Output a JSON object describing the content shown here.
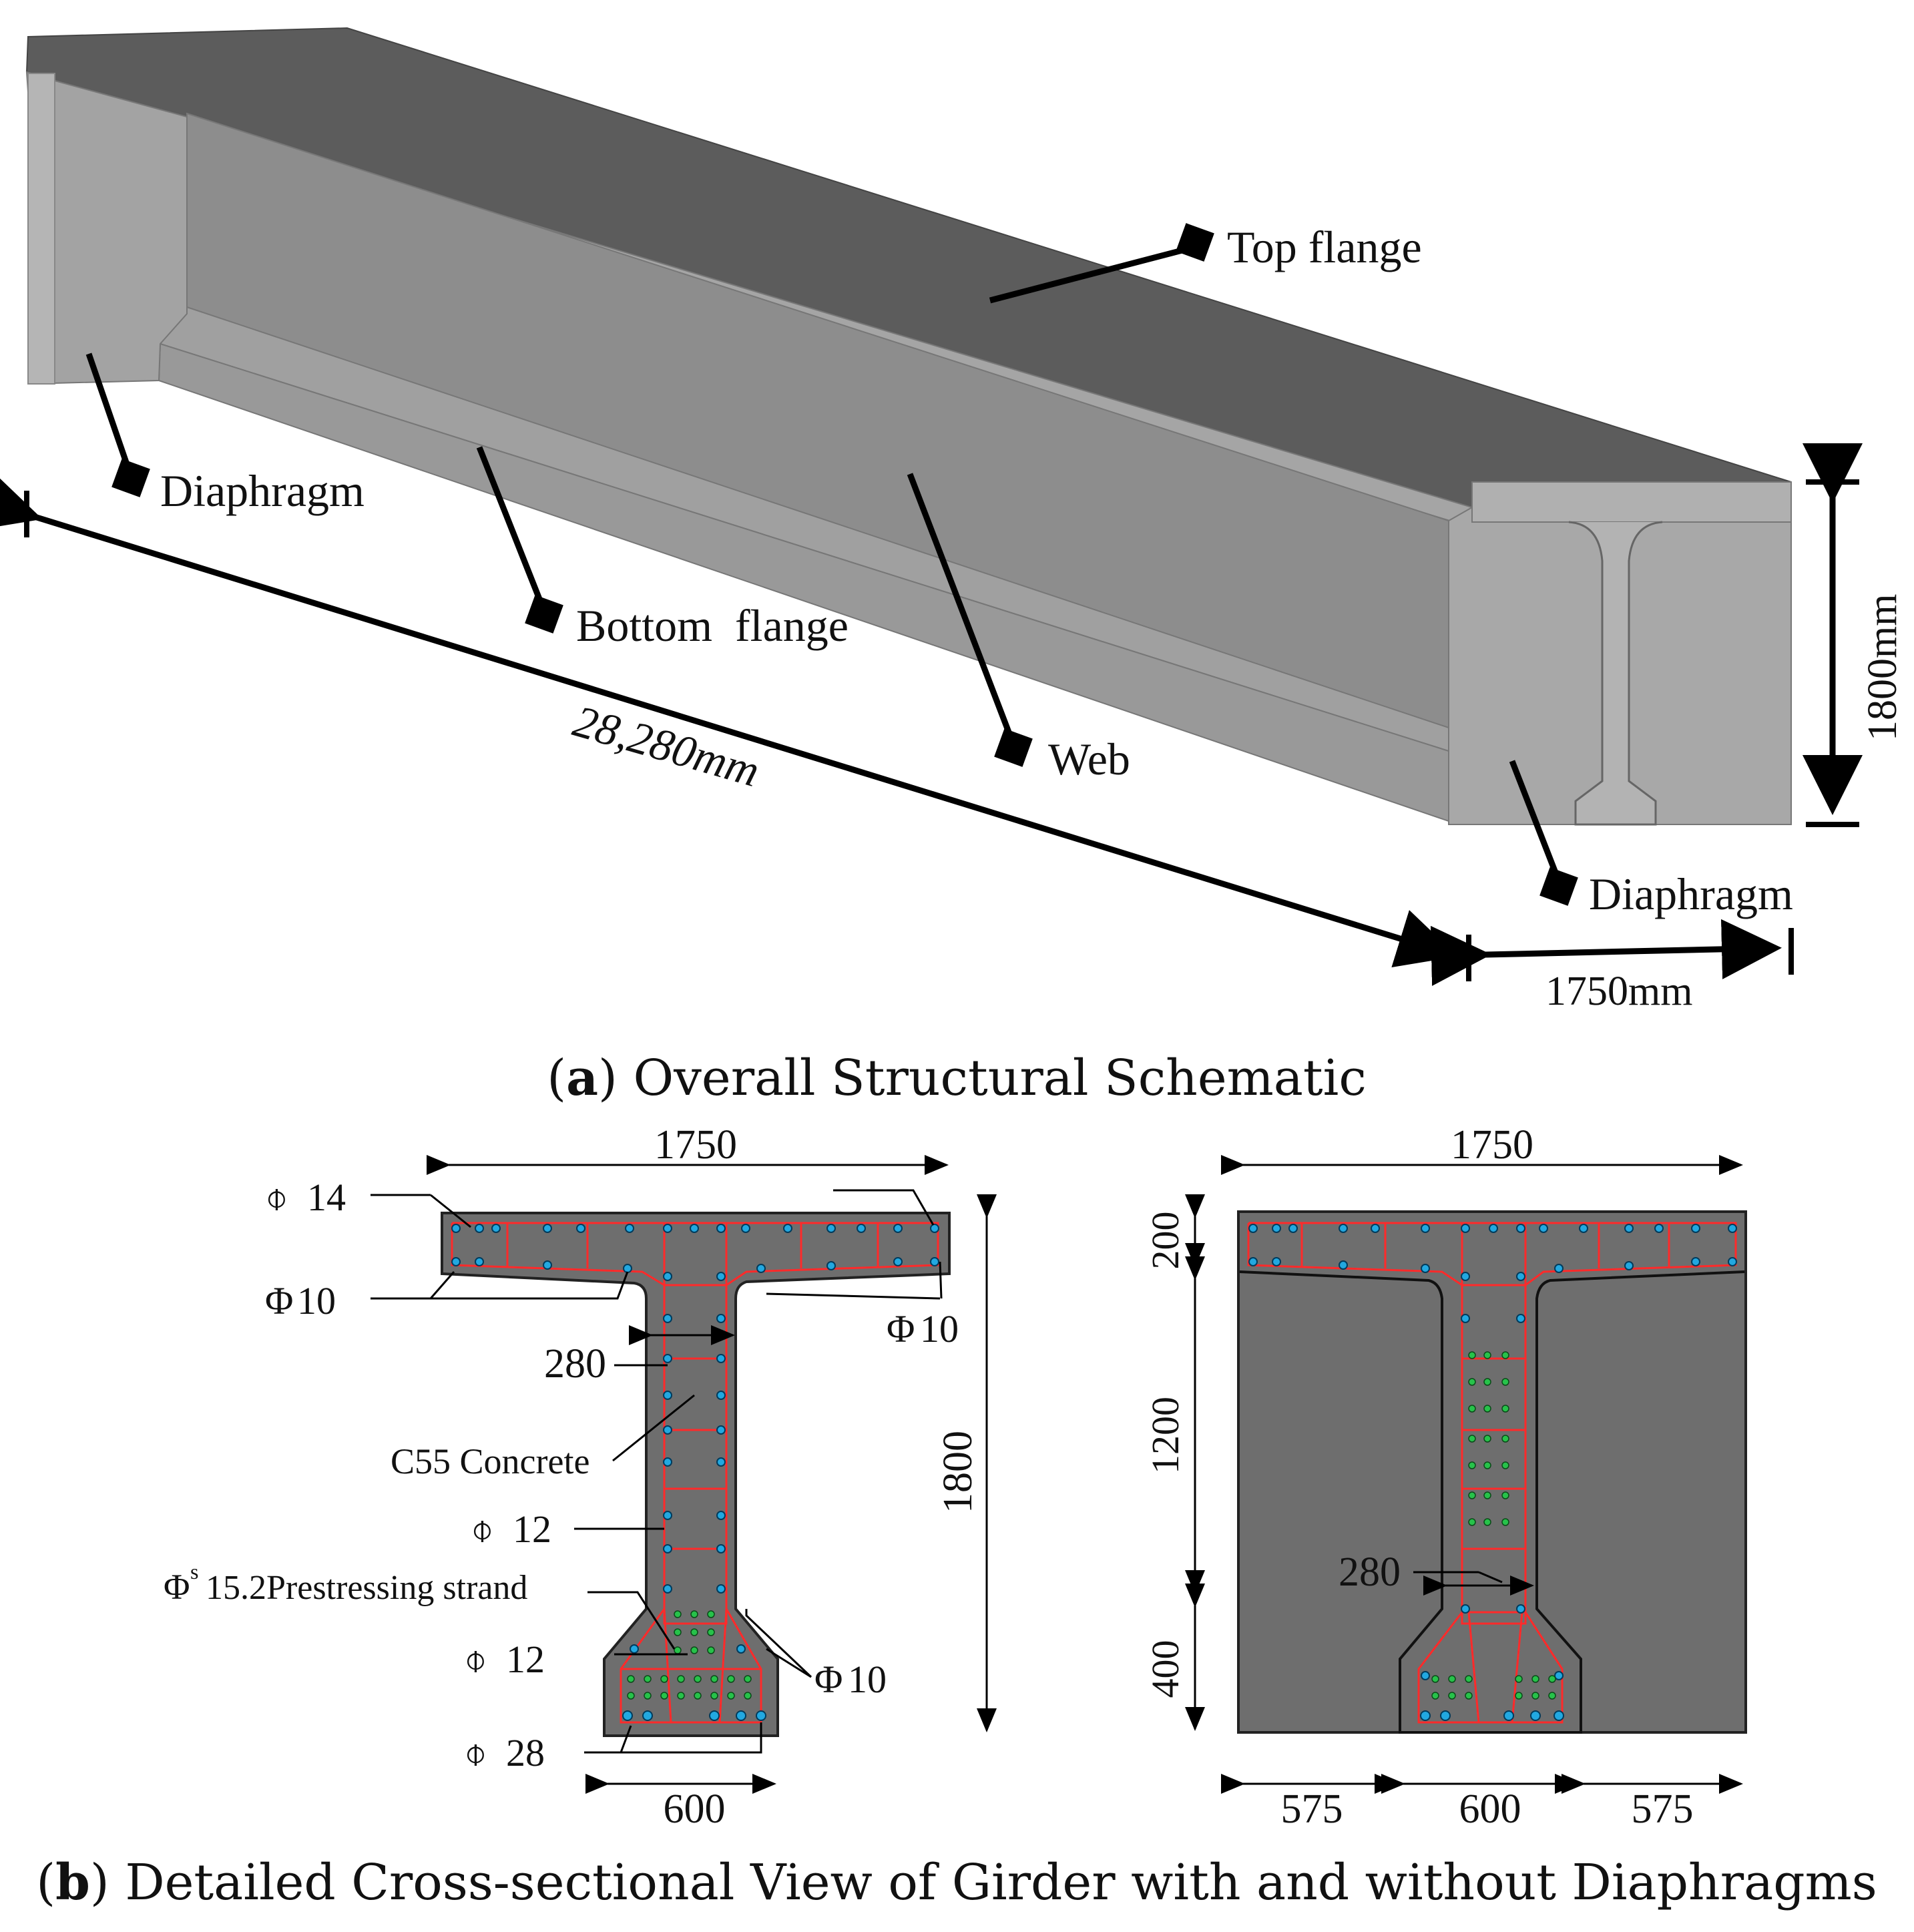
{
  "panel_a": {
    "caption_letter": "a",
    "caption_text": "Overall Structural Schematic",
    "labels": {
      "top_flange": "Top flange",
      "diaphragm_left": "Diaphragm",
      "bottom_flange": "Bottom  flange",
      "web": "Web",
      "diaphragm_right": "Diaphragm"
    },
    "dimensions": {
      "length": "28,280mm",
      "width": "1750mm",
      "height": "1800mm"
    }
  },
  "panel_b": {
    "caption_letter": "b",
    "caption_text": "Detailed Cross-sectional View of Girder with and without Diaphragms",
    "left_section": {
      "top_width": "1750",
      "height": "1800",
      "bottom_width": "600",
      "web_width": "280",
      "material": "C55 Concrete",
      "rebar_top": "14",
      "rebar_flange_bottom": "10",
      "rebar_flange_right": "10",
      "rebar_web": "12",
      "strand_sup": "s",
      "strand_label": "15.2Prestressing strand",
      "rebar_bulb": "12",
      "rebar_bulb_right": "10",
      "rebar_bottom": "28"
    },
    "right_section": {
      "top_width": "1750",
      "dim_200": "200",
      "dim_1200": "1200",
      "dim_400": "400",
      "web_width": "280",
      "bottom_left": "575",
      "bottom_mid": "600",
      "bottom_right": "575"
    }
  },
  "colors": {
    "top_surface": "#5b5b5b",
    "side_face": "#8f8f8f",
    "section_fill": "#6e6e6e",
    "stirrup": "#ff2a2a",
    "rebar": "#22a8e0",
    "strand": "#27c24a"
  }
}
